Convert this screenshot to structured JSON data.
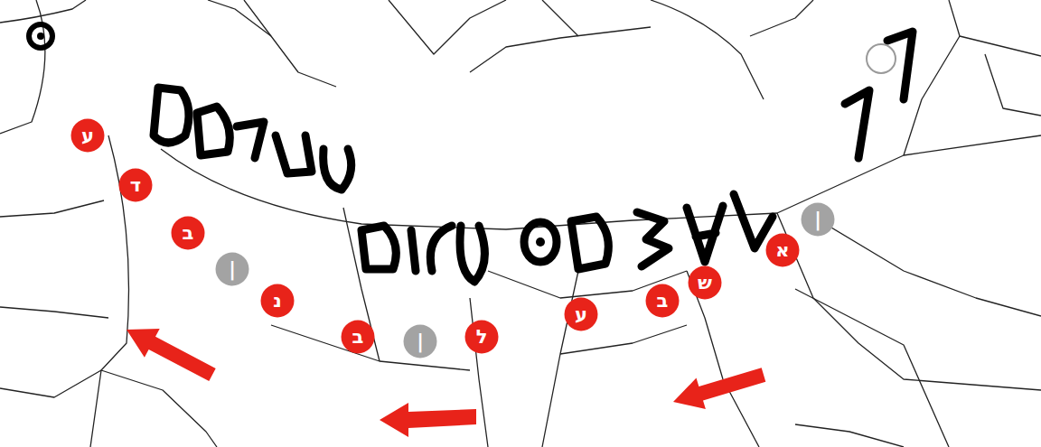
{
  "diagram": {
    "nodes": [
      {
        "text": [
          "|"
        ]
      },
      {
        "text": [
          "א"
        ]
      },
      {
        "text": [
          "ש"
        ]
      },
      {
        "text": [
          "ב"
        ]
      },
      {
        "text": [
          "ע"
        ]
      },
      {
        "text": [
          "ל"
        ]
      },
      {
        "text": [
          "|"
        ]
      },
      {
        "text": [
          "ב"
        ]
      },
      {
        "text": [
          "נ"
        ]
      },
      {
        "text": [
          "|"
        ]
      },
      {
        "text": [
          "ב"
        ]
      },
      {
        "text": [
          "ד"
        ]
      },
      {
        "text": [
          "ע"
        ]
      }
    ]
  }
}
